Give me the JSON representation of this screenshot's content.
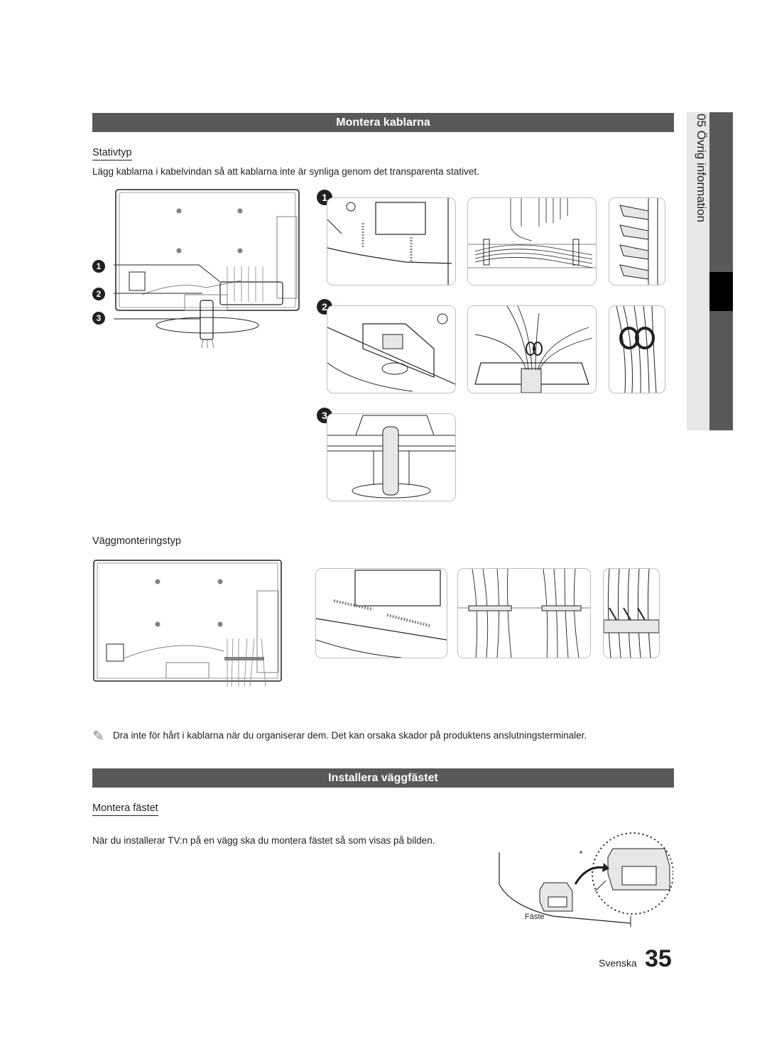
{
  "section1": {
    "title": "Montera kablarna",
    "stand_type": {
      "heading": "Stativtyp",
      "text": "Lägg kablarna i kabelvindan så att kablarna inte är synliga genom det transparenta stativet."
    },
    "wall_type": {
      "heading": "Väggmonteringstyp"
    },
    "steps": [
      "1",
      "2",
      "3"
    ],
    "note": "Dra inte för hårt i kablarna när du organiserar dem. Det kan orsaka skador på produktens anslutningsterminaler."
  },
  "section2": {
    "title": "Installera väggfästet",
    "subheading": "Montera fästet",
    "text": "När du installerar TV:n på en vägg ska du montera fästet så som visas på bilden.",
    "bracket_caption": "Fäste"
  },
  "side_tab": {
    "label": "05 Övrig information"
  },
  "footer": {
    "language": "Svenska",
    "page_number": "35"
  },
  "icons": {
    "note": "pencil-note-icon"
  }
}
